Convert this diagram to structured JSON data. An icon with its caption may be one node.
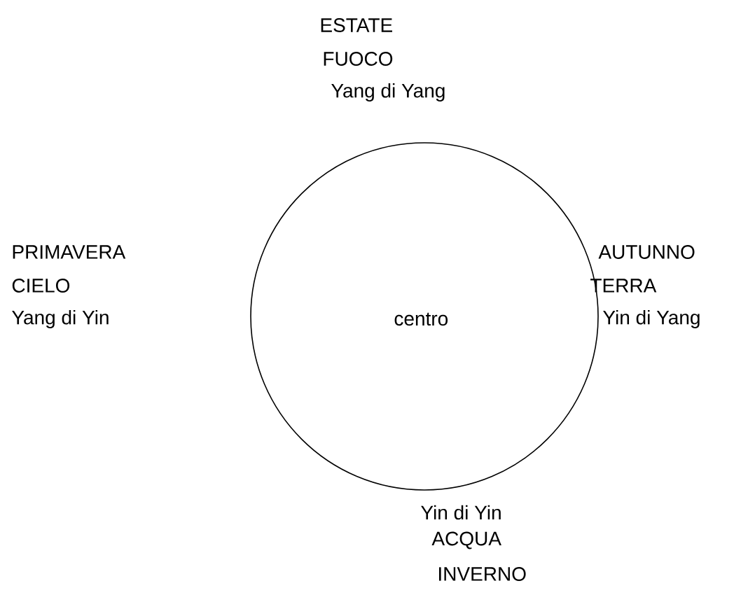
{
  "diagram": {
    "nodes": [
      {
        "text": [
          "centro"
        ]
      }
    ],
    "labels": [
      "ESTATE",
      "FUOCO",
      "Yang di Yang",
      "PRIMAVERA",
      "CIELO",
      "Yang di Yin",
      "AUTUNNO",
      "TERRA",
      "Yin di Yang",
      "Yin di Yin",
      "ACQUA",
      "INVERNO"
    ]
  }
}
